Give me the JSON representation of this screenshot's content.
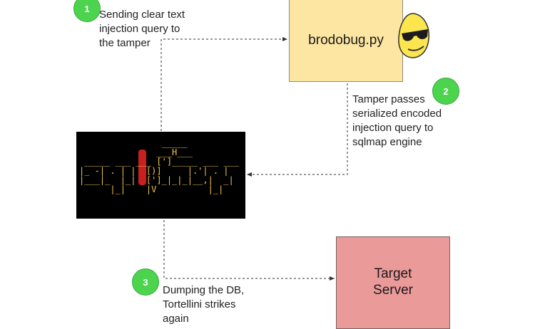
{
  "nodes": {
    "brodobug": "brodobug.py",
    "target": "Target\nServer"
  },
  "steps": [
    {
      "number": "1",
      "text": "Sending clear text\ninjection query to\nthe tamper"
    },
    {
      "number": "2",
      "text": "Tamper passes\nserialized encoded\ninjection query to\nsqlmap engine"
    },
    {
      "number": "3",
      "text": "Dumping the DB,\nTortellini strikes\nagain"
    }
  ],
  "logo": {
    "name": "sqlmap",
    "icon": "sqlmap-logo-icon"
  },
  "mascot": {
    "icon": "sunglasses-emoji-icon"
  },
  "colors": {
    "step_badge": "#4cd44f",
    "brodobug_box": "#fde5a2",
    "target_box": "#eb9a9a",
    "logo_background": "#000000",
    "logo_text": "#f2c64a",
    "logo_needle": "#c81f1f"
  }
}
